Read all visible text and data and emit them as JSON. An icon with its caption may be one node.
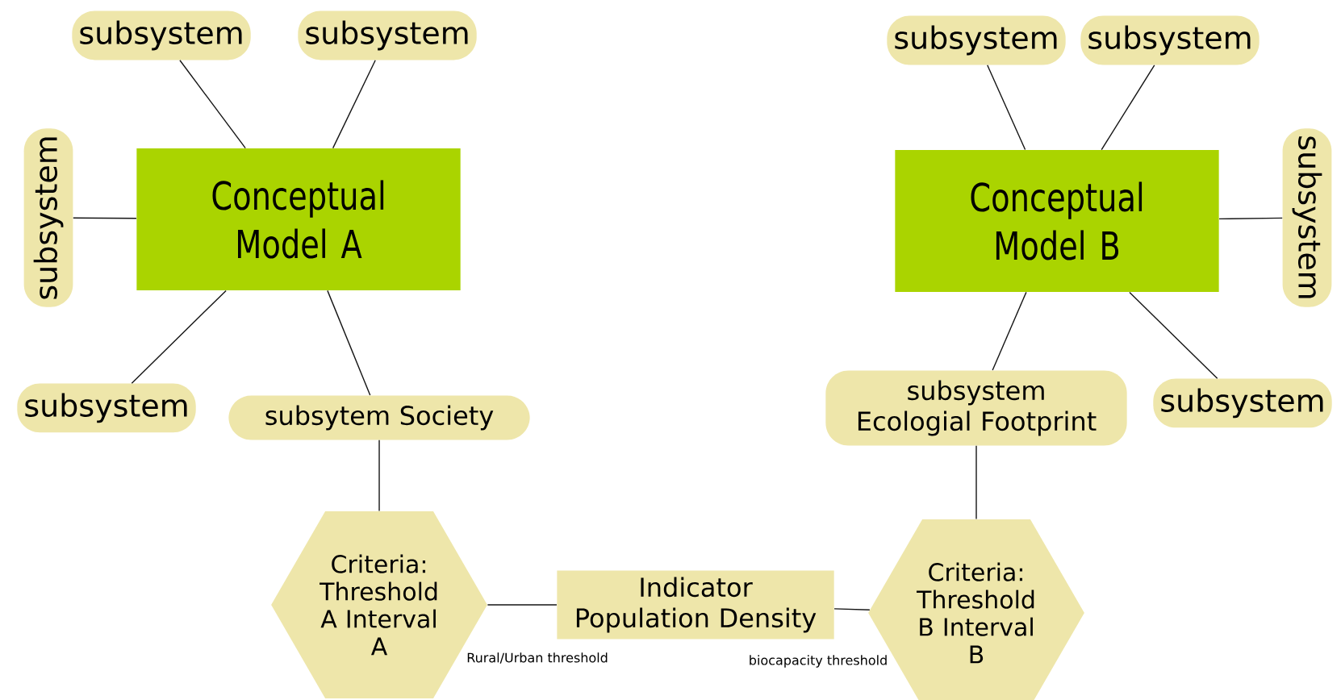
{
  "diagram": {
    "nodes": [
      {
        "text": [
          "Conceptual Model A"
        ]
      },
      {
        "text": [
          "subsystem"
        ]
      },
      {
        "text": [
          "subsystem"
        ]
      },
      {
        "text": [
          "subsystem"
        ]
      },
      {
        "text": [
          "subsystem"
        ]
      },
      {
        "text": [
          "subsytem Society"
        ]
      },
      {
        "text": [
          "Conceptual Model B"
        ]
      },
      {
        "text": [
          "subsystem"
        ]
      },
      {
        "text": [
          "subsystem"
        ]
      },
      {
        "text": [
          "subsystem"
        ]
      },
      {
        "text": [
          "subsystem"
        ]
      },
      {
        "text": [
          "subsystem Ecologial Footprint"
        ]
      },
      {
        "text": [
          "Criteria: Threshold A Interval A"
        ]
      },
      {
        "text": [
          "Indicator Population Density"
        ]
      },
      {
        "text": [
          "Criteria: Threshold B Interval B"
        ]
      }
    ],
    "edges": [
      {
        "from": 0,
        "to": 1,
        "arrow": "none"
      },
      {
        "from": 0,
        "to": 2,
        "arrow": "none"
      },
      {
        "from": 0,
        "to": 3,
        "arrow": "none"
      },
      {
        "from": 0,
        "to": 4,
        "arrow": "none"
      },
      {
        "from": 0,
        "to": 5,
        "arrow": "none"
      },
      {
        "from": 5,
        "to": 12,
        "arrow": "none"
      },
      {
        "from": 12,
        "to": 13,
        "arrow": "none",
        "label": "Rural/Urban threshold"
      },
      {
        "from": 13,
        "to": 14,
        "arrow": "none",
        "label": "biocapacity threshold"
      },
      {
        "from": 6,
        "to": 7,
        "arrow": "none"
      },
      {
        "from": 6,
        "to": 8,
        "arrow": "none"
      },
      {
        "from": 6,
        "to": 9,
        "arrow": "none"
      },
      {
        "from": 6,
        "to": 10,
        "arrow": "none"
      },
      {
        "from": 6,
        "to": 11,
        "arrow": "none"
      },
      {
        "from": 11,
        "to": 14,
        "arrow": "none"
      }
    ]
  }
}
